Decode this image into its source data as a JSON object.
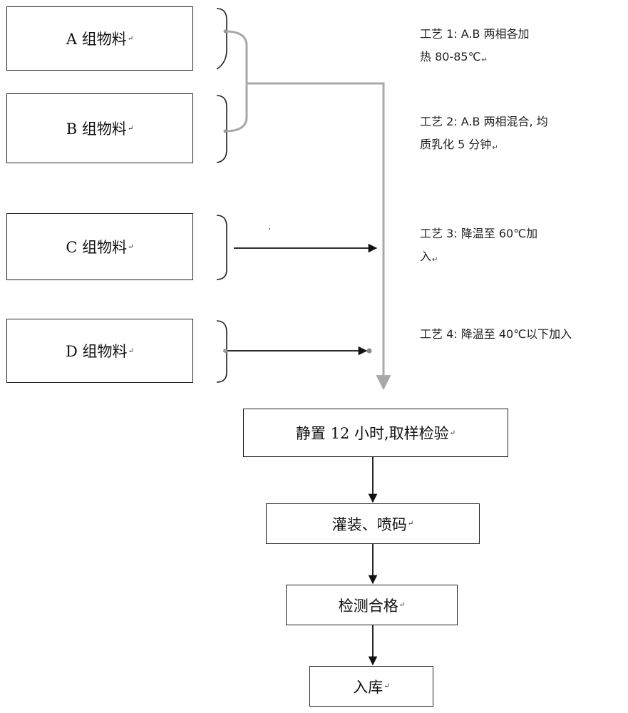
{
  "materials": [
    {
      "id": "a",
      "label": "A  组物料"
    },
    {
      "id": "b",
      "label": "B  组物料"
    },
    {
      "id": "c",
      "label": "C   组物料"
    },
    {
      "id": "d",
      "label": "D   组物料"
    }
  ],
  "processes": [
    {
      "lines": [
        "工艺 1:  A.B 两相各加",
        "热 80-85℃"
      ]
    },
    {
      "lines": [
        "工艺 2: A.B 两相混合,  均",
        "质乳化 5 分钟"
      ]
    },
    {
      "lines": [
        "工艺 3:  降温至 60℃加",
        "入"
      ]
    },
    {
      "lines": [
        "工艺 4: 降温至 40℃以下加入"
      ]
    }
  ],
  "flow_steps": [
    {
      "label": "静置 12 小时,取样检验"
    },
    {
      "label": "灌装、喷码"
    },
    {
      "label": "检测合格"
    },
    {
      "label": "入库"
    }
  ],
  "paragraph_mark": "↵",
  "colors": {
    "gray_line": "#a8a8a8",
    "black_line": "#111111"
  }
}
